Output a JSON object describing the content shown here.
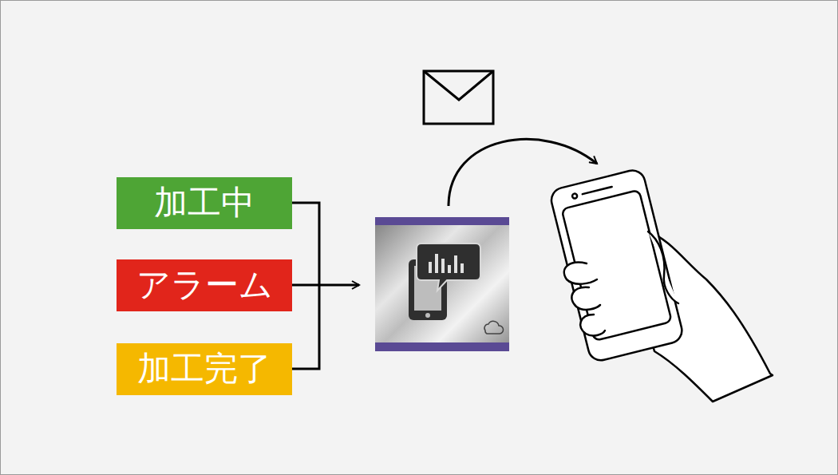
{
  "diagram": {
    "nodes": [
      {
        "text": [
          "加工中"
        ]
      },
      {
        "text": [
          "アラーム"
        ]
      },
      {
        "text": [
          "加工完了"
        ]
      }
    ]
  }
}
